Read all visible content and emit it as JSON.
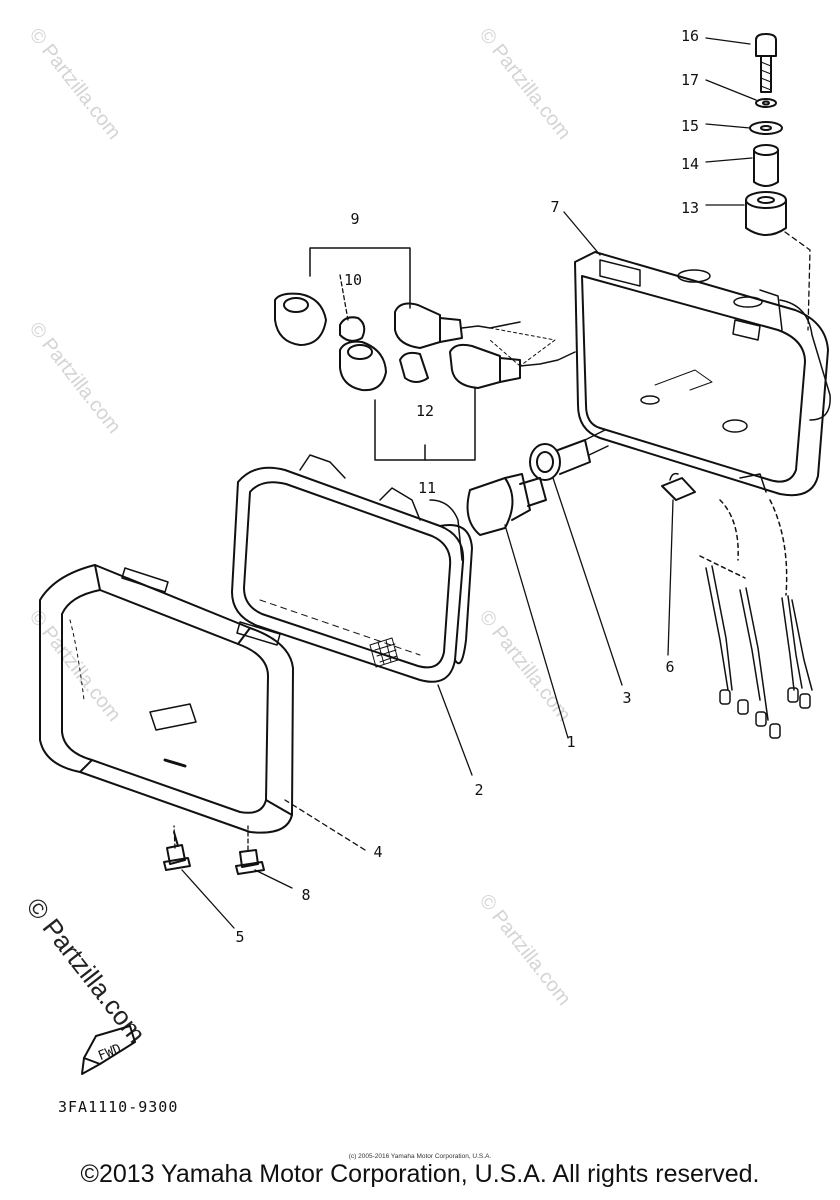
{
  "watermark": "© Partzilla.com",
  "callouts": [
    "1",
    "2",
    "3",
    "4",
    "5",
    "6",
    "7",
    "8",
    "9",
    "10",
    "11",
    "12",
    "13",
    "14",
    "15",
    "16",
    "17"
  ],
  "fwd_label": "FWD",
  "drawing_code": "3FA1110-9300",
  "fine_print": "(c) 2005-2016 Yamaha Motor Corporation, U.S.A.",
  "copyright": "©2013 Yamaha Motor Corporation, U.S.A. All rights reserved."
}
